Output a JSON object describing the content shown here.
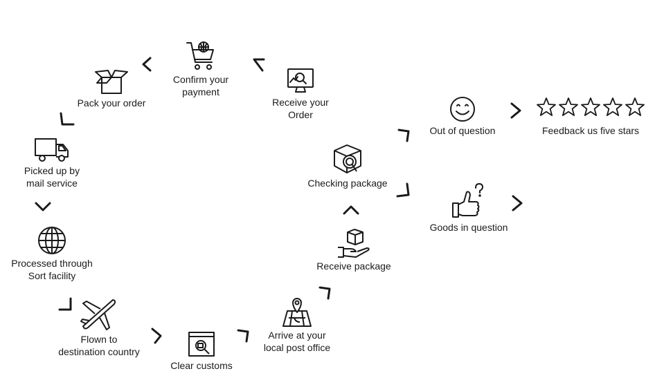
{
  "steps": {
    "confirm_payment": {
      "label": "Confirm your\npayment",
      "icon": "shopping-cart-icon"
    },
    "receive_order": {
      "label": "Receive your\nOrder",
      "icon": "monitor-search-icon"
    },
    "pack_order": {
      "label": "Pack your order",
      "icon": "open-box-icon"
    },
    "picked_up": {
      "label": "Picked up by\nmail service",
      "icon": "delivery-truck-icon"
    },
    "sort_facility": {
      "label": "Processed through\nSort facility",
      "icon": "globe-icon"
    },
    "flown": {
      "label": "Flown to\ndestination country",
      "icon": "airplane-icon"
    },
    "clear_customs": {
      "label": "Clear customs",
      "icon": "customs-inspection-icon"
    },
    "local_post": {
      "label": "Arrive at your\nlocal post office",
      "icon": "map-pin-icon"
    },
    "receive_package": {
      "label": "Receive package",
      "icon": "hand-package-icon"
    },
    "checking_package": {
      "label": "Checking package",
      "icon": "package-check-icon"
    },
    "out_of_question": {
      "label": "Out of question",
      "icon": "smiley-icon"
    },
    "feedback": {
      "label": "Feedback us five stars",
      "icon": "five-stars-icon",
      "stars": 5
    },
    "goods_question": {
      "label": "Goods in question",
      "icon": "thumbs-up-question-icon"
    }
  },
  "colors": {
    "ink": "#1a1a1a",
    "background": "#ffffff"
  }
}
